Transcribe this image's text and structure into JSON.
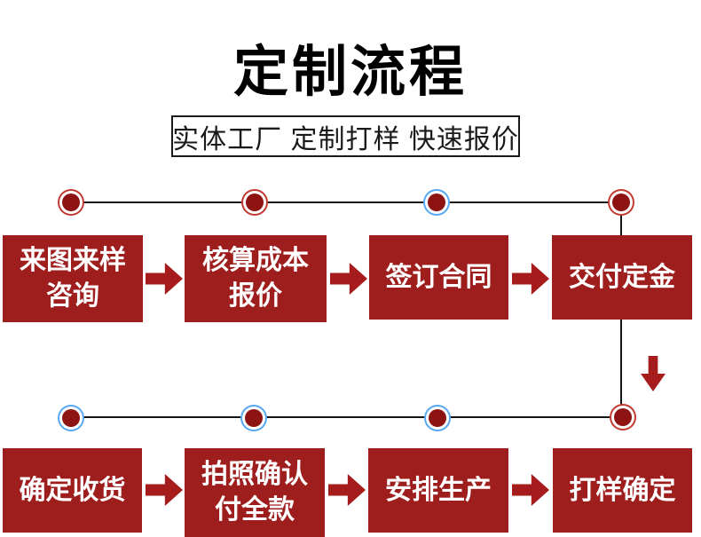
{
  "title": "定制流程",
  "subtitle": "实体工厂 定制打样 快速报价",
  "colors": {
    "box_red": "#9E1E1E",
    "arrow_red": "#A61B1B",
    "dot_fill_red": "#8E1414",
    "ring_red": "#C23B32",
    "ring_blue": "#58A8F2",
    "line_color": "#141414",
    "title_black": "#000000"
  },
  "rows": [
    {
      "name": "top",
      "steps": [
        {
          "lines": [
            "来图来样",
            "咨询"
          ],
          "dot_ring": "red"
        },
        {
          "lines": [
            "核算成本",
            "报价"
          ],
          "dot_ring": "red"
        },
        {
          "lines": [
            "签订合同"
          ],
          "dot_ring": "blue"
        },
        {
          "lines": [
            "交付定金"
          ],
          "dot_ring": "red"
        }
      ]
    },
    {
      "name": "bottom",
      "steps": [
        {
          "lines": [
            "确定收货"
          ],
          "dot_ring": "blue"
        },
        {
          "lines": [
            "拍照确认",
            "付全款"
          ],
          "dot_ring": "blue"
        },
        {
          "lines": [
            "安排生产"
          ],
          "dot_ring": "blue"
        },
        {
          "lines": [
            "打样确定"
          ],
          "dot_ring": "red"
        }
      ]
    }
  ]
}
